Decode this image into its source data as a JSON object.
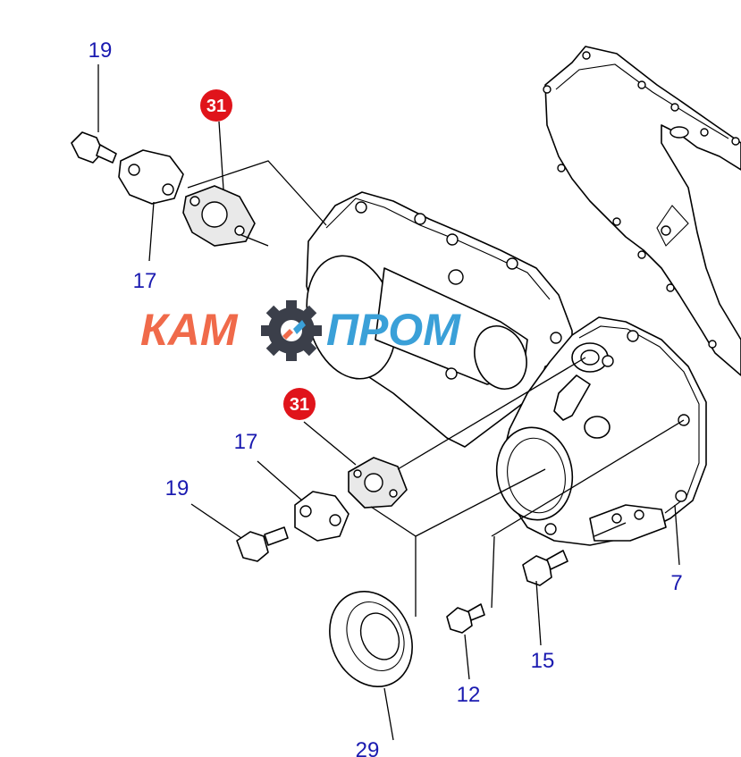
{
  "labels": {
    "bolt_top": "19",
    "plate_top": "17",
    "gasket_top": "31",
    "gasket_mid": "31",
    "plate_mid": "17",
    "bolt_mid": "19",
    "cover": "7",
    "bolt_right": "15",
    "bolt_small": "12",
    "seal": "29"
  },
  "watermark": {
    "left": "КАМ",
    "right": "ПРОМ"
  },
  "colors": {
    "label_blue": "#1a1ab0",
    "badge_red": "#e0141b",
    "logo_orange": "#f06a4a",
    "logo_blue": "#3aa0d8",
    "logo_gear": "#3b3f4a"
  }
}
